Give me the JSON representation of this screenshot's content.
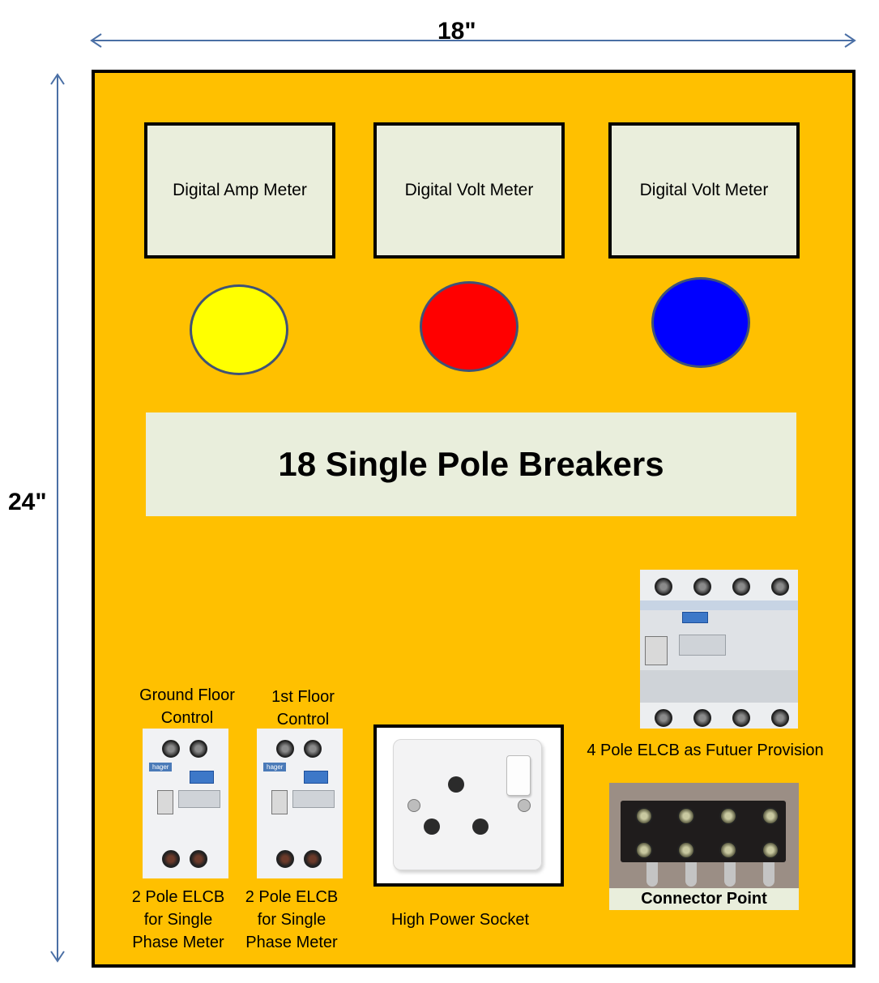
{
  "dimensions": {
    "width_label": "18\"",
    "height_label": "24\""
  },
  "meters": [
    {
      "label": "Digital Amp Meter"
    },
    {
      "label": "Digital Volt Meter"
    },
    {
      "label": "Digital Volt Meter"
    }
  ],
  "indicator_lamps": [
    {
      "color": "#ffff00"
    },
    {
      "color": "#ff0000"
    },
    {
      "color": "#0000ff"
    }
  ],
  "breakers_label": "18 Single Pole Breakers",
  "elcb_left": {
    "title_line1": "Ground Floor",
    "title_line2": "Control",
    "caption_line1": "2 Pole ELCB",
    "caption_line2": "for Single",
    "caption_line3": "Phase Meter"
  },
  "elcb_right": {
    "title_line1": "1st Floor",
    "title_line2": "Control",
    "caption_line1": "2 Pole ELCB",
    "caption_line2": "for Single",
    "caption_line3": "Phase Meter"
  },
  "socket_caption": "High Power Socket",
  "elcb4_caption": "4 Pole ELCB as Futuer Provision",
  "connector_caption": "Connector Point",
  "colors": {
    "panel": "#ffc000",
    "label_bg": "#e9eedc"
  }
}
